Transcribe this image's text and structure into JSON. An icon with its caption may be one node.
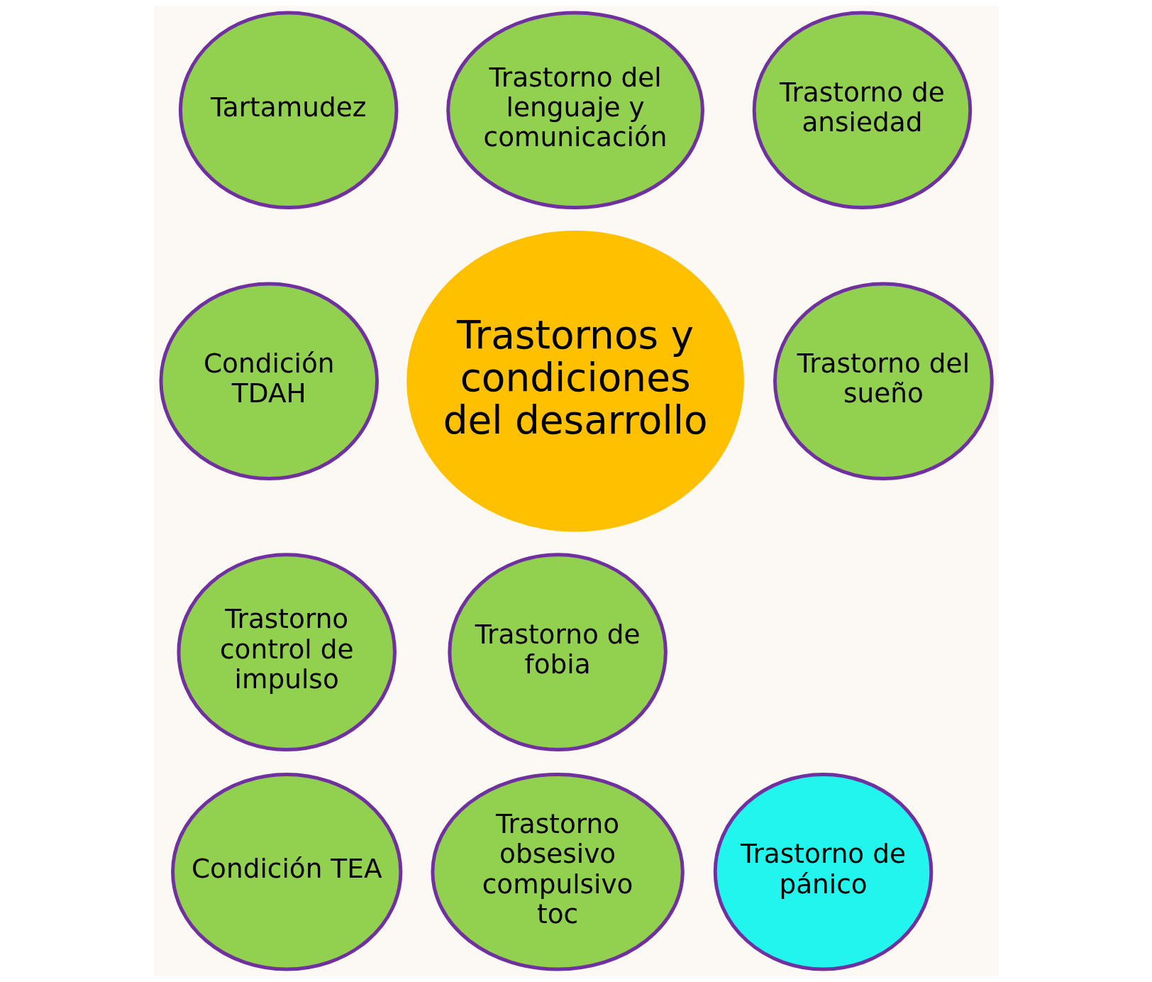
{
  "diagram": {
    "nodes": [
      {
        "text": [
          "Trastornos y condiciones del desarrollo"
        ]
      },
      {
        "text": [
          "Trastorno del lenguaje y comunicación"
        ]
      },
      {
        "text": [
          "Trastorno de ansiedad"
        ]
      },
      {
        "text": [
          "Trastorno del sueño"
        ]
      },
      {
        "text": [
          "Trastorno de fobia"
        ]
      },
      {
        "text": [
          "Trastorno de pánico"
        ]
      },
      {
        "text": [
          "Trastorno obsesivo compulsivo toc"
        ]
      },
      {
        "text": [
          "Condición TEA"
        ]
      },
      {
        "text": [
          "Trastorno control de impulso"
        ]
      },
      {
        "text": [
          "Condición TDAH"
        ]
      },
      {
        "text": [
          "Tartamudez"
        ]
      }
    ],
    "edges": []
  }
}
